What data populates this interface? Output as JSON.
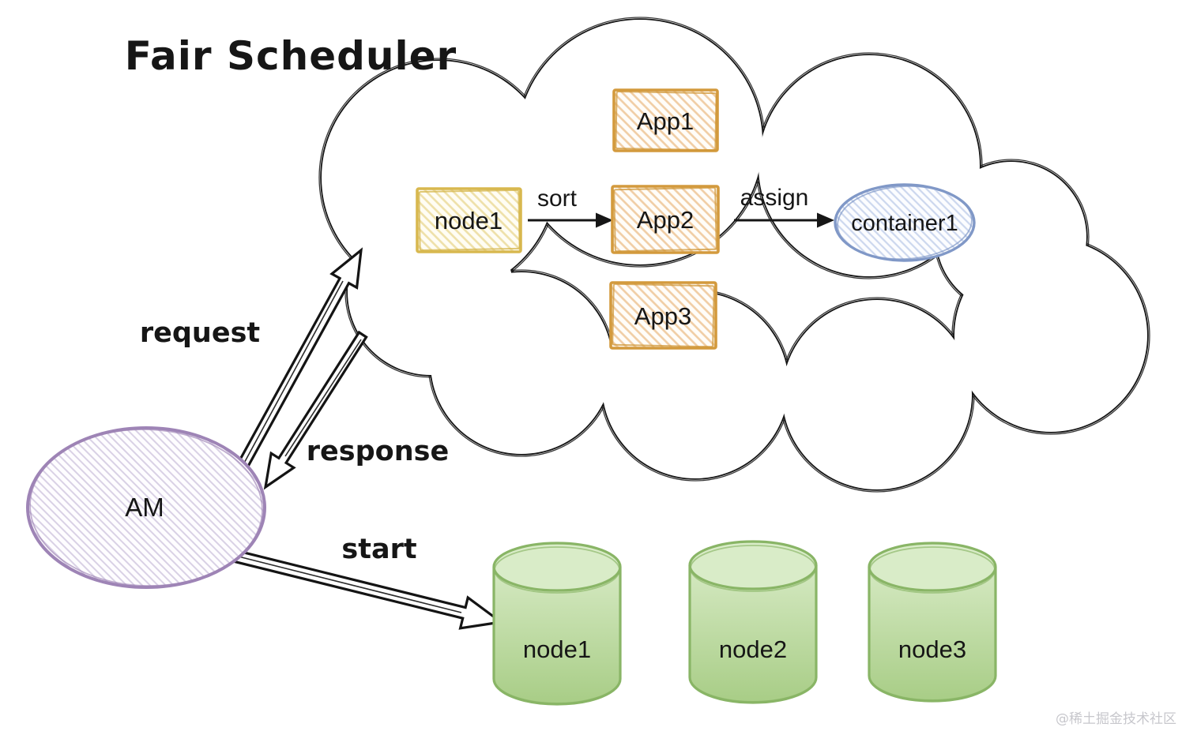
{
  "title": "Fair Scheduler",
  "scheduler_cloud": {
    "app_boxes": [
      {
        "label": "App1"
      },
      {
        "label": "App2"
      },
      {
        "label": "App3"
      }
    ],
    "node_box": {
      "label": "node1"
    },
    "container_ellipse": {
      "label": "container1"
    },
    "sort_arrow_label": "sort",
    "assign_arrow_label": "assign"
  },
  "am_ellipse": {
    "label": "AM"
  },
  "node_cylinders": [
    {
      "label": "node1"
    },
    {
      "label": "node2"
    },
    {
      "label": "node3"
    }
  ],
  "arrow_labels": {
    "request": "request",
    "response": "response",
    "start": "start"
  },
  "watermark": "@稀土掘金技术社区",
  "colors": {
    "outline_black": "#141414",
    "app_box_border": "#d39a3d",
    "app_box_hatch": "#f0cda4",
    "node_box_border": "#d8b84f",
    "node_box_hatch": "#eee0a8",
    "container_border": "#8098c7",
    "container_hatch": "#ccd7ee",
    "am_border": "#9e84b6",
    "am_hatch": "#d9d1e5",
    "cylinder_border": "#89b566",
    "cylinder_fill_top": "#d9ecc8",
    "cylinder_fill_body": "#a8cd86",
    "watermark_gray": "#c7c7cc"
  }
}
